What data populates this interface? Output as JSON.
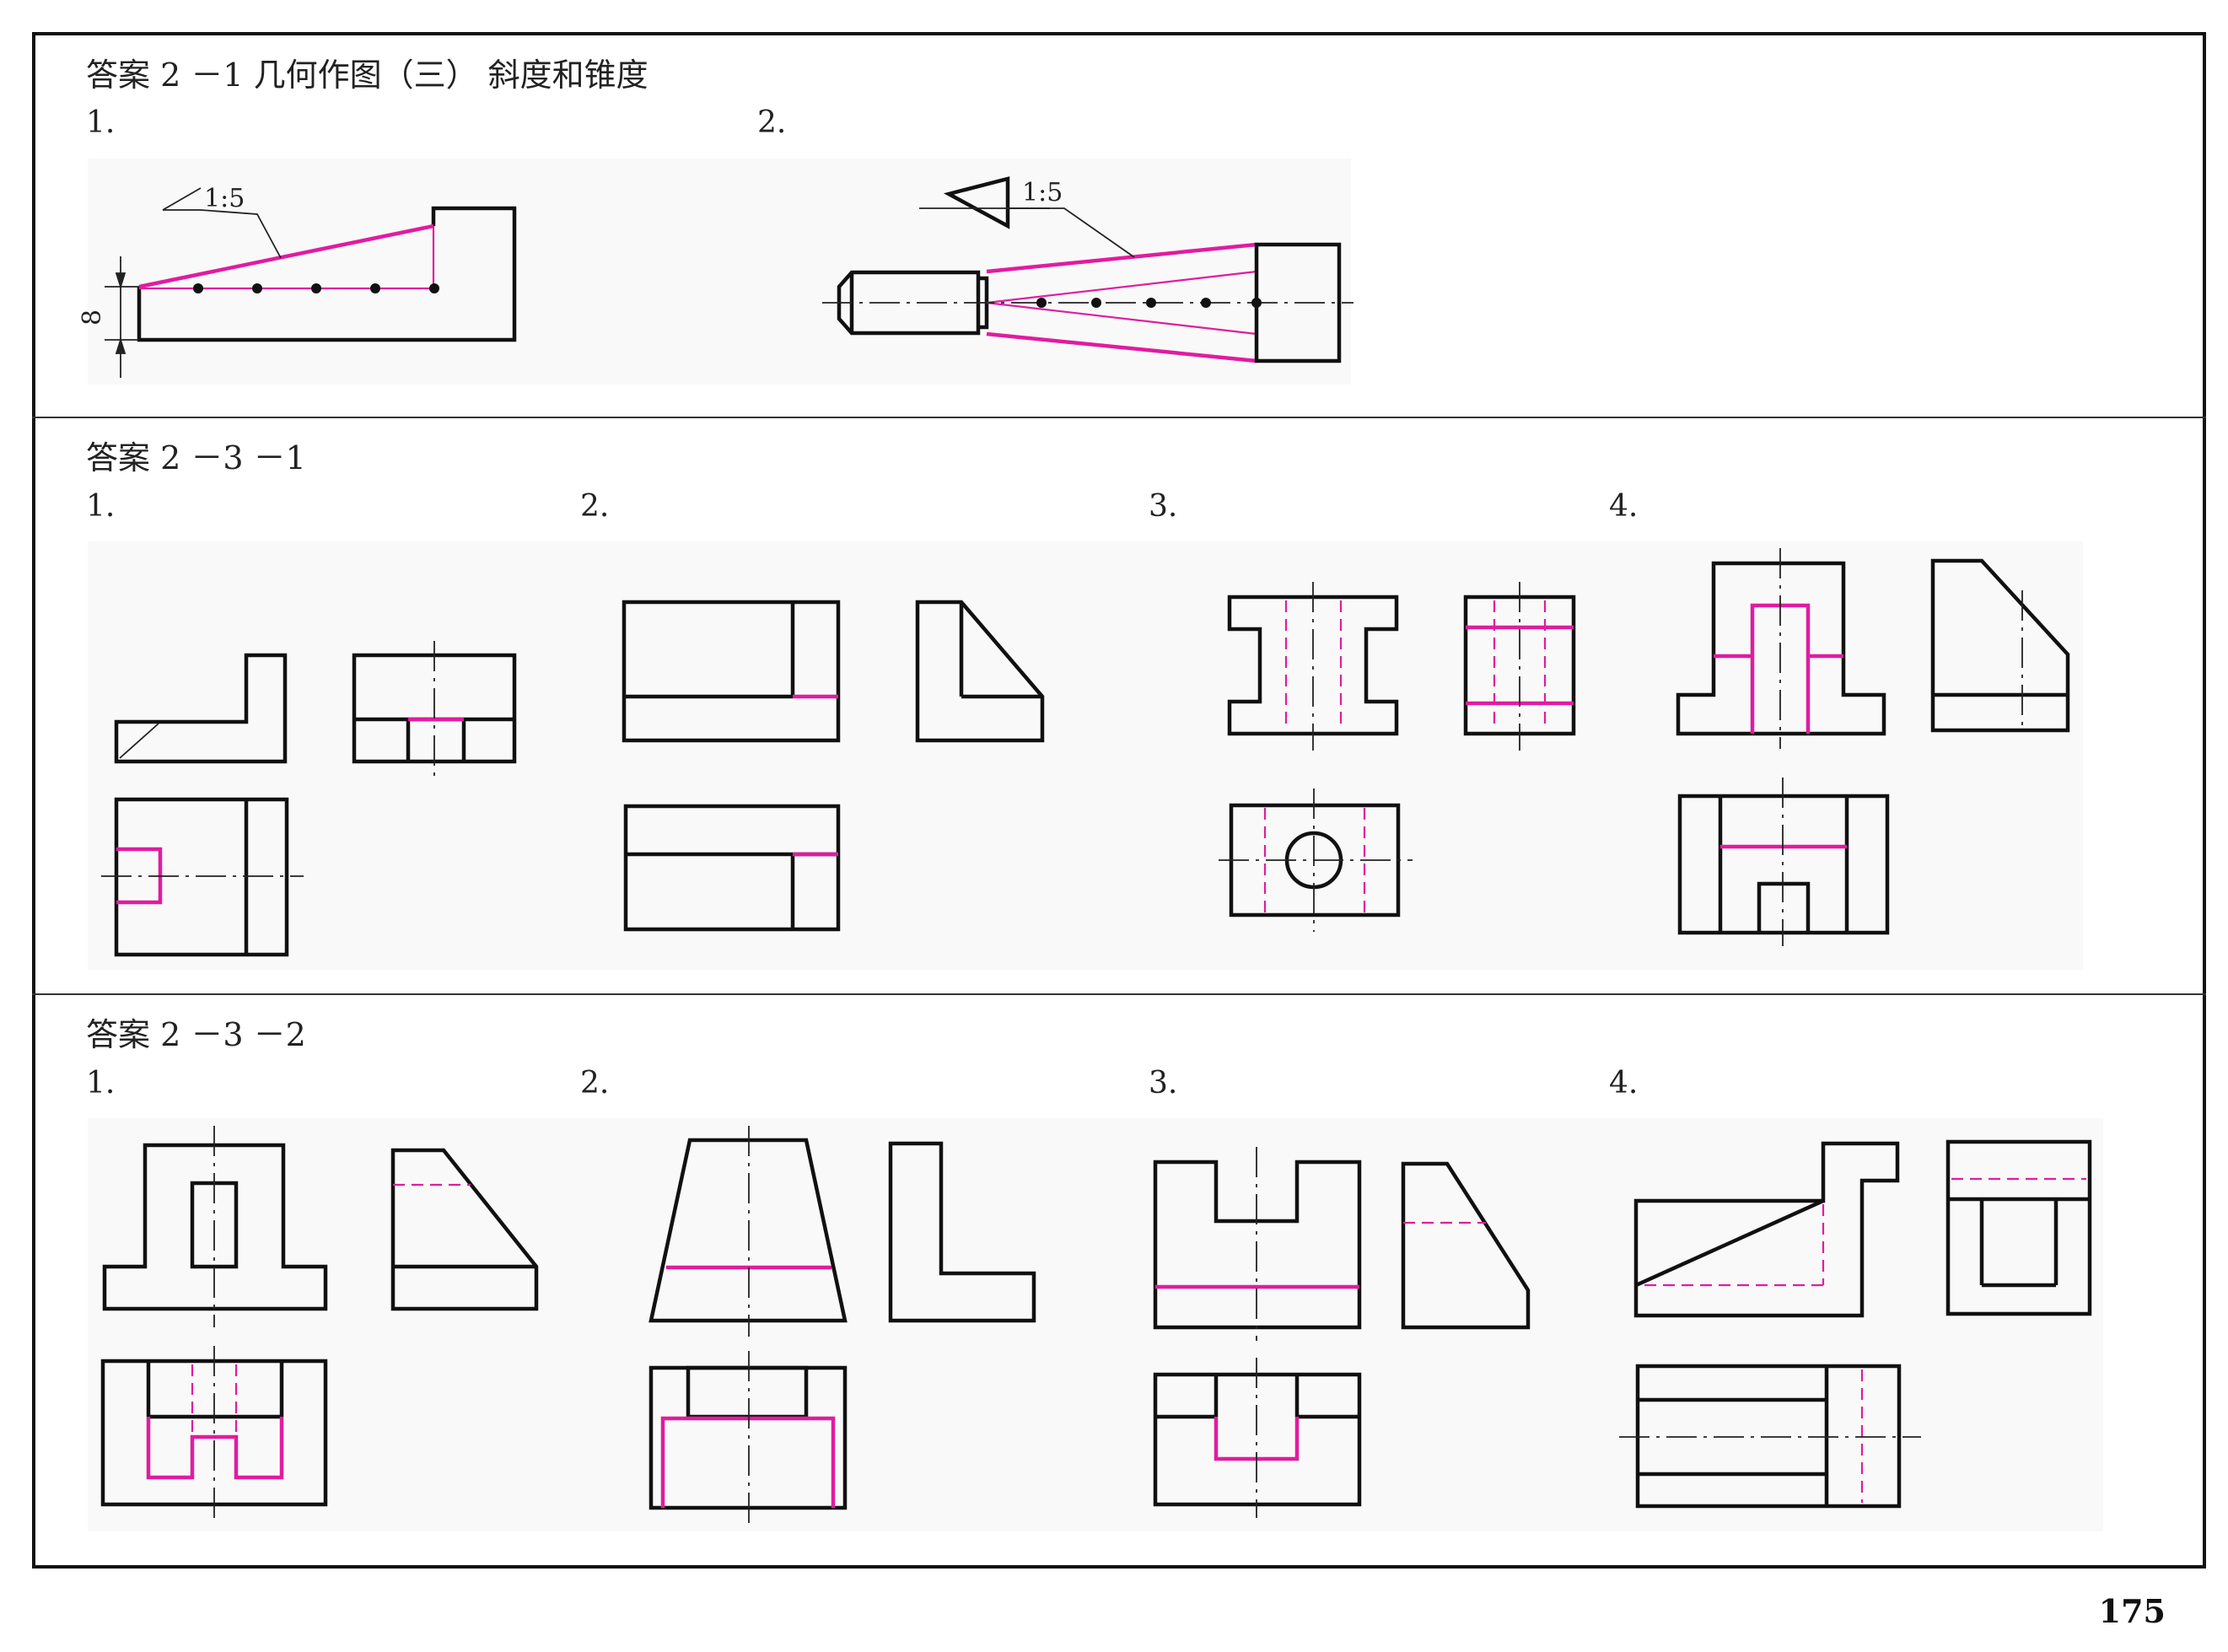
{
  "sections": [
    {
      "title": "答案 2 －1 几何作图（三）  斜度和锥度",
      "items": [
        {
          "num": "1.",
          "slope_label": "1:5",
          "height_label": "8"
        },
        {
          "num": "2.",
          "taper_label": "1:5"
        }
      ]
    },
    {
      "title": "答案 2 －3 －1",
      "items": [
        {
          "num": "1."
        },
        {
          "num": "2."
        },
        {
          "num": "3."
        },
        {
          "num": "4."
        }
      ]
    },
    {
      "title": "答案 2 －3 －2",
      "items": [
        {
          "num": "1."
        },
        {
          "num": "2."
        },
        {
          "num": "3."
        },
        {
          "num": "4."
        }
      ]
    }
  ],
  "page_number": "175",
  "colors": {
    "outline": "#111111",
    "highlight": "#e01ca0",
    "panel": "#f9f9f9"
  }
}
